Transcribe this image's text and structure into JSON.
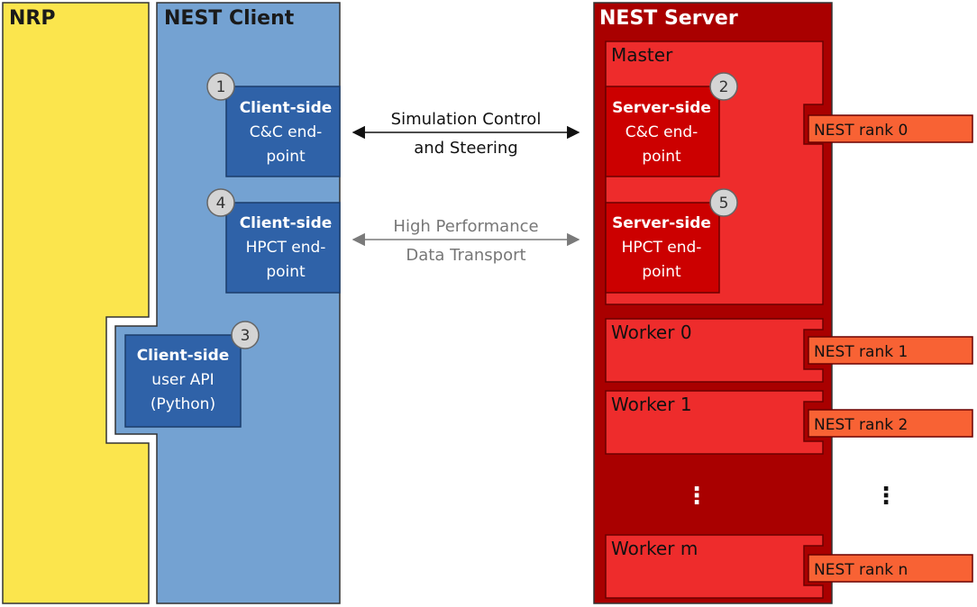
{
  "nrp": {
    "title": "NRP"
  },
  "client": {
    "title": "NEST Client",
    "cc": {
      "badge": "1",
      "line1": "Client-side",
      "line2": "C&C end-",
      "line3": "point"
    },
    "hpct": {
      "badge": "4",
      "line1": "Client-side",
      "line2": "HPCT end-",
      "line3": "point"
    },
    "api": {
      "badge": "3",
      "line1": "Client-side",
      "line2": "user API",
      "line3": "(Python)"
    }
  },
  "arrows": {
    "control": {
      "line1": "Simulation Control",
      "line2": "and Steering"
    },
    "transport": {
      "line1": "High Performance",
      "line2": "Data Transport"
    }
  },
  "server": {
    "title": "NEST Server",
    "master": {
      "label": "Master",
      "cc": {
        "badge": "2",
        "line1": "Server-side",
        "line2": "C&C end-",
        "line3": "point"
      },
      "hpct": {
        "badge": "5",
        "line1": "Server-side",
        "line2": "HPCT end-",
        "line3": "point"
      }
    },
    "workers": [
      {
        "label": "Worker 0",
        "rank": "NEST rank 1"
      },
      {
        "label": "Worker 1",
        "rank": "NEST rank 2"
      },
      {
        "label": "Worker m",
        "rank": "NEST rank n"
      }
    ],
    "master_rank": "NEST rank 0",
    "ellipsis": "⋮"
  },
  "colors": {
    "nrp": "#fbe54d",
    "client": "#74a2d2",
    "client_box": "#2f62a8",
    "server": "#a90000",
    "server_box": "#ee2c2c",
    "server_inner": "#cc0000",
    "rank": "#f86234",
    "badge": "#d4d4d4"
  }
}
